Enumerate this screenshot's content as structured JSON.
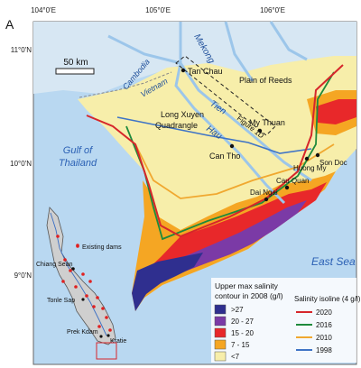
{
  "panel_letter": "A",
  "lon_ticks": [
    "104°0'E",
    "105°0'E",
    "106°0'E"
  ],
  "lat_ticks": [
    "11°0'N",
    "10°0'N",
    "9°0'N"
  ],
  "scale_bar": "50 km",
  "seas": {
    "gulf_line1": "Gulf of",
    "gulf_line2": "Thailand",
    "east_sea": "East Sea"
  },
  "rivers": {
    "mekong": "Mekong",
    "tien": "Tien",
    "hau": "Hau"
  },
  "countries": {
    "cambodia": "Cambodia",
    "vietnam": "Vietnam"
  },
  "regions": {
    "plain": "Plain of Reeds",
    "lx1": "Long Xuyen",
    "lx2": "Quadrangle",
    "figure": "Figure 1D"
  },
  "cities": {
    "tan_chau": "Tan Chau",
    "my_thuan": "My Thuan",
    "can_tho": "Can Tho",
    "son_doc": "Son Doc",
    "huong_my": "Huong My",
    "cau_quan": "Cau Quan",
    "dai_ngai": "Dai Ngai"
  },
  "inset": {
    "dams_label": "Existing dams",
    "chiang_sean": "Chiang Sean",
    "tonle_sap": "Tonle Sap",
    "prek_kdam": "Prek Kdam",
    "kratie": "Kratie"
  },
  "legend_salinity": {
    "title1": "Upper max salinity",
    "title2": "contour in 2008 (g/l)",
    "items": [
      {
        "label": ">27",
        "color": "#2f2f8f"
      },
      {
        "label": "20 - 27",
        "color": "#7b3aa6"
      },
      {
        "label": "15 - 20",
        "color": "#e8282a"
      },
      {
        "label": "7 - 15",
        "color": "#f5a623"
      },
      {
        "label": "<7",
        "color": "#f7eeaa"
      }
    ]
  },
  "legend_isoline": {
    "title": "Salinity isoline (4 g/l)",
    "items": [
      {
        "label": "2020",
        "color": "#d6262b"
      },
      {
        "label": "2016",
        "color": "#1e8a3c"
      },
      {
        "label": "2010",
        "color": "#f0a830"
      },
      {
        "label": "1998",
        "color": "#3f74c6"
      }
    ]
  }
}
